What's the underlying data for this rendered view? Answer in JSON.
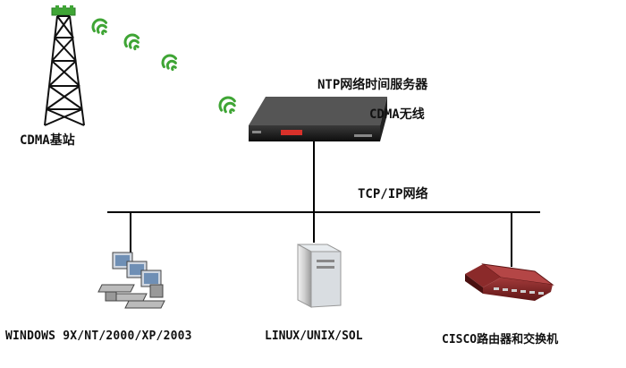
{
  "labels": {
    "base_station": "CDMA基站",
    "ntp_server": "NTP网络时间服务器",
    "cdma_wireless": "CDMA无线",
    "network": "TCP/IP网络",
    "windows": "WINDOWS 9X/NT/2000/XP/2003",
    "linux": "LINUX/UNIX/SOL",
    "cisco": "CISCO路由器和交换机"
  },
  "icons": {
    "tower": "radio-tower-icon",
    "signal": "wifi-signal-icon",
    "server": "rack-server-icon",
    "pc": "computer-cluster-icon",
    "tower_pc": "tower-computer-icon",
    "router": "network-switch-icon"
  },
  "colors": {
    "signal_green": "#3fa535",
    "server_body": "#1a1a1a",
    "router_red": "#8b2a2a",
    "line": "#000000"
  }
}
